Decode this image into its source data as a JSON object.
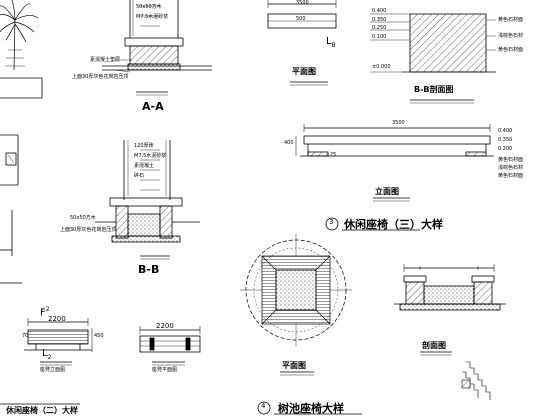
{
  "drawing": {
    "labels": {
      "aa": "A-A",
      "bb": "B-B",
      "plan_bench": "平面图",
      "lb": "L",
      "lb_sub": "B",
      "bb_section": "B-B剖面图",
      "elevation": "立面图",
      "bench3_num": "3",
      "bench3_title": "休闲座椅（三）大样",
      "plan_round": "平面图",
      "section_round": "剖面图",
      "bench4_num": "4",
      "bench4_title": "树池座椅大样",
      "f2": "F",
      "f2_sup": "2",
      "l2": "L",
      "l2_sub": "2",
      "dim_2200a": "2200",
      "dim_2200b": "2200",
      "dim_3500a": "3500",
      "dim_3500b": "3500",
      "dim_500": "500",
      "dim_70": "70",
      "dim_450": "450",
      "dim_400": "400",
      "dim_25": "25",
      "left_elev": "座凳立面图",
      "left_plan": "座凳平面图",
      "bottom_left": "休闲座椅（二）大样",
      "lvl_0400": "0.400",
      "lvl_0350": "0.350",
      "lvl_0250": "0.250",
      "lvl_0100": "0.100",
      "lvl_000": "±0.000",
      "lvl_0400b": "0.400",
      "lvl_0350b": "0.350",
      "lvl_0200": "0.200",
      "aa_note1": "50x50方木",
      "aa_note2": "M7.5水泥砂浆",
      "aa_note3": "素混凝土垫层",
      "aa_note4": "上面30厚灰色花岗岩压顶",
      "bb_note1": "120厚砖",
      "bb_note2": "M7.5水泥砂浆",
      "bb_note3": "素混凝土",
      "bb_note4": "碎石",
      "bb_note5": "50x50方木",
      "bb_note6": "上面30厚灰色花岗岩压顶",
      "r_note1": "黄色石材面",
      "r_note2": "浅棕色石材",
      "r_note3": "黄色石材面",
      "e_note1": "黄色石材面",
      "e_note2": "浅棕色石材",
      "e_note3": "黄色石材面"
    }
  }
}
